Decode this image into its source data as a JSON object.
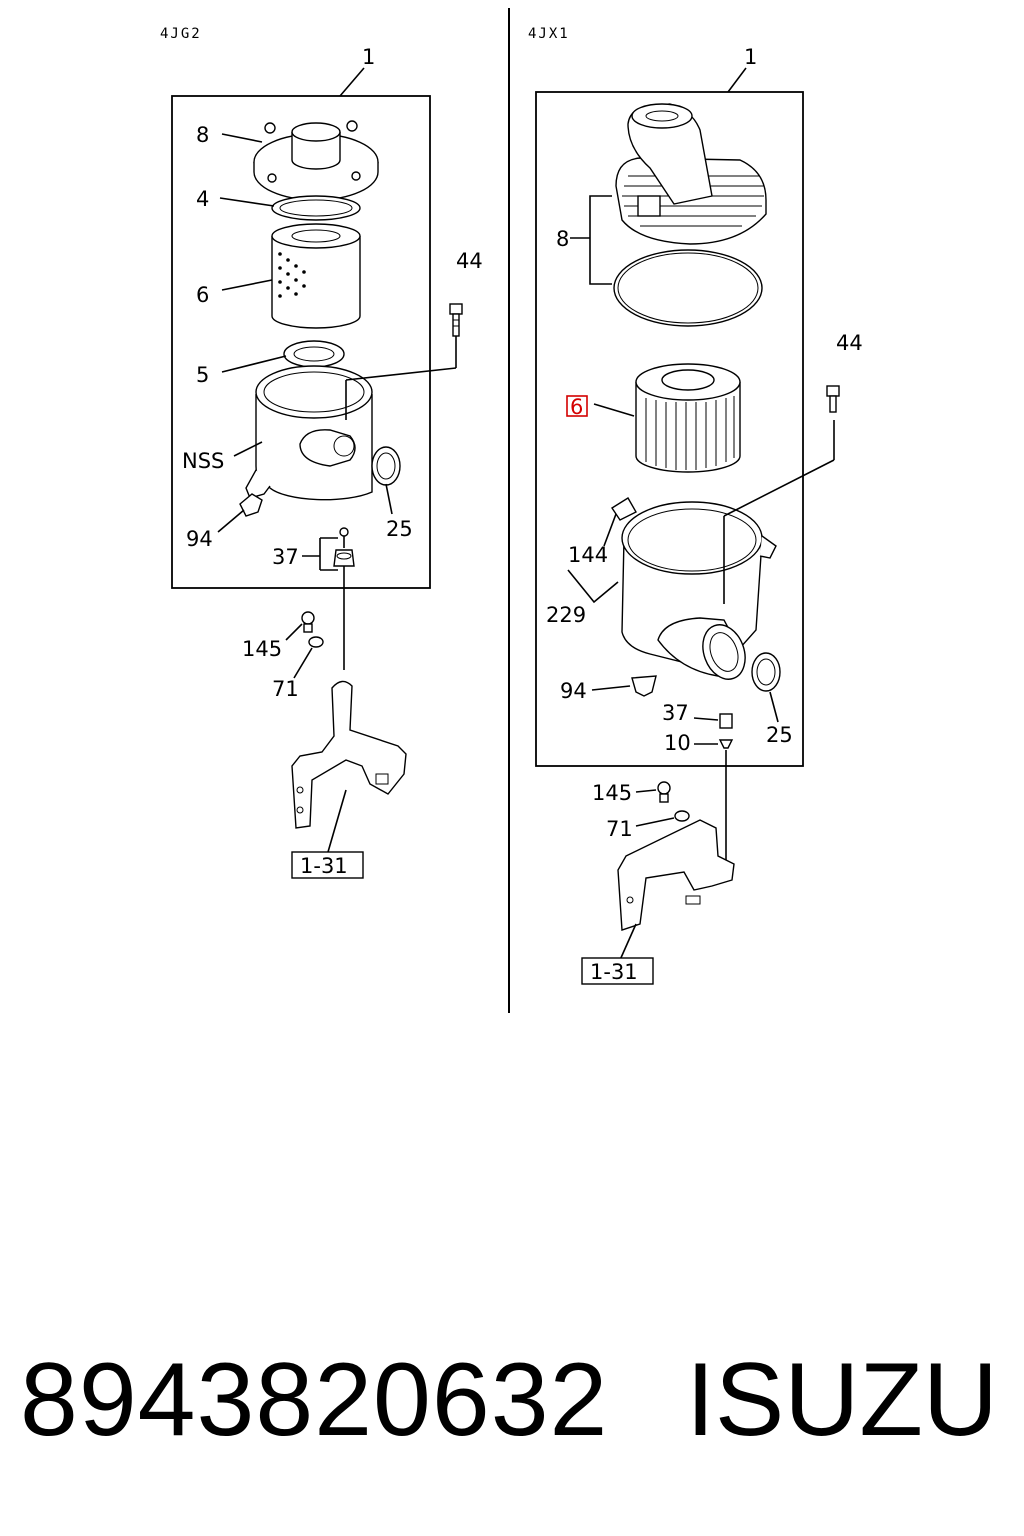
{
  "sections": [
    {
      "header": "4JG2",
      "assembly_label": "1",
      "ref_label": "1-31",
      "callouts": {
        "c8": "8",
        "c4": "4",
        "c6": "6",
        "c5": "5",
        "cNSS": "NSS",
        "c94": "94",
        "c37": "37",
        "c25": "25",
        "c44": "44",
        "c145": "145",
        "c71": "71"
      }
    },
    {
      "header": "4JX1",
      "assembly_label": "1",
      "ref_label": "1-31",
      "callouts": {
        "c8": "8",
        "c6": "6",
        "c144": "144",
        "c229": "229",
        "c94": "94",
        "c37": "37",
        "c10": "10",
        "c25": "25",
        "c44": "44",
        "c145": "145",
        "c71": "71"
      }
    }
  ],
  "highlight_color": "#d40000",
  "footer": {
    "part_number": "8943820632",
    "brand": "ISUZU"
  }
}
